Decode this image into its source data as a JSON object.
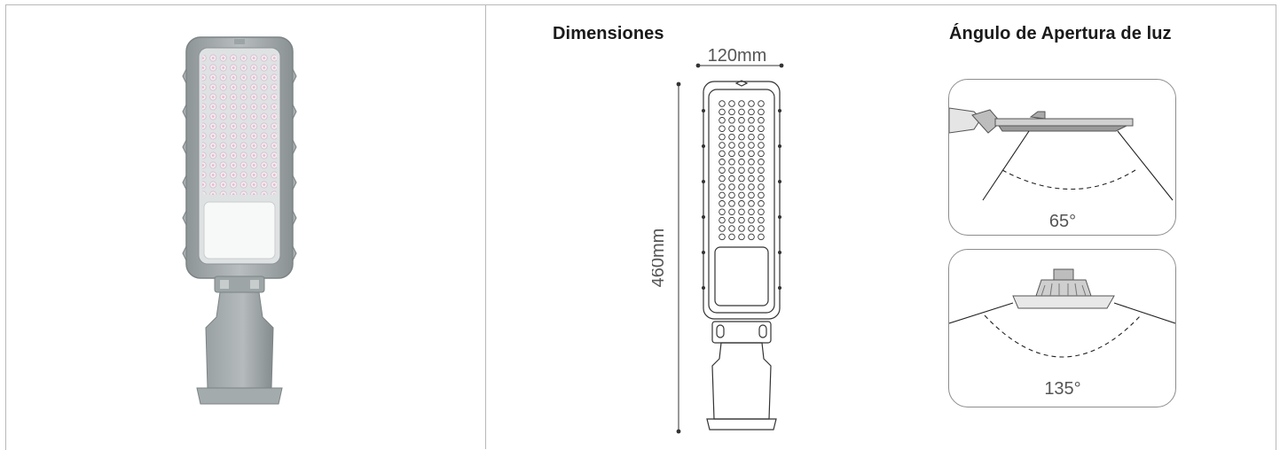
{
  "sections": {
    "dimensions": {
      "title": "Dimensiones",
      "width_label": "120mm",
      "height_label": "460mm"
    },
    "beam_angle": {
      "title": "Ángulo de Apertura de luz",
      "side_view_angle": "65°",
      "front_view_angle": "135°"
    }
  }
}
